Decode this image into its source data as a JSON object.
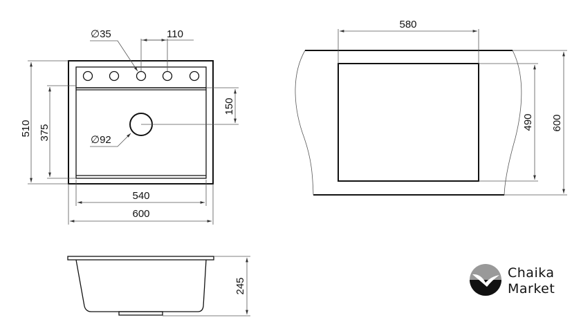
{
  "top_view": {
    "hole_diameter": "35",
    "hole_spacing": "110",
    "depth_total": "510",
    "bowl_length": "375",
    "drain_offset": "150",
    "drain_diameter": "92",
    "bowl_width": "540",
    "total_width": "600"
  },
  "cutout_view": {
    "cutout_width": "580",
    "cutout_depth": "490",
    "cabinet_depth": "600"
  },
  "side_view": {
    "height": "245"
  },
  "logo": {
    "line1": "Chaika",
    "line2": "Market"
  }
}
